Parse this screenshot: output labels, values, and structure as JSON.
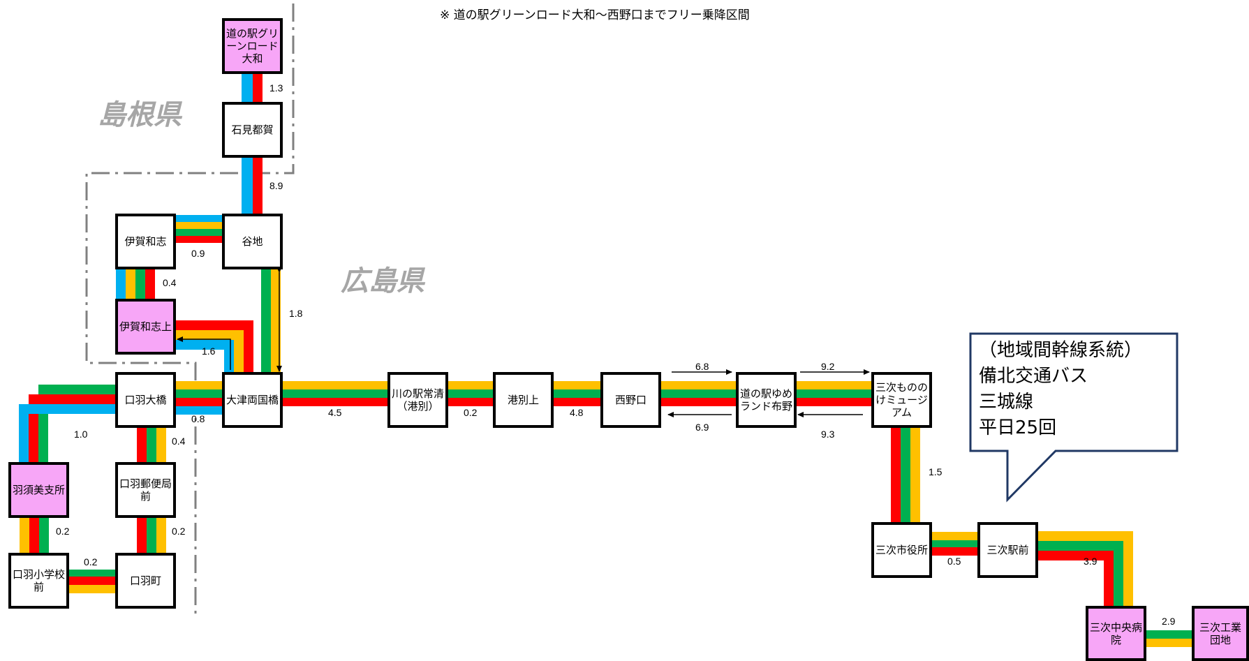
{
  "note": "※ 道の駅グリーンロード大和～西野口までフリー乗降区間",
  "prefectures": {
    "shimane": "島根県",
    "hiroshima": "広島県"
  },
  "callout": {
    "lines": [
      "（地域間幹線系統）",
      "備北交通バス",
      "三城線",
      "平日25回"
    ]
  },
  "colors": {
    "red": "#ff0000",
    "green": "#00b050",
    "yellow": "#ffc000",
    "blue": "#00b0f0",
    "stop_highlight": "#f7a6f7",
    "boundary": "#808080",
    "callout_border": "#203864"
  },
  "stops": {
    "michinoeki_green": "道の駅グリーンロード大和",
    "iwami_tsuga": "石見都賀",
    "tanichi": "谷地",
    "igawashi": "伊賀和志",
    "igawashi_kami": "伊賀和志上",
    "kuchiba_ohashi": "口羽大橋",
    "otsu_ryogokubashi": "大津両国橋",
    "hasu_bishi": "羽須美支所",
    "kuchiba_yubinkyoku": "口羽郵便局前",
    "kuchiba_shogakko": "口羽小学校前",
    "kuchiba_machi": "口羽町",
    "kawanoeki": "川の駅常清（港別）",
    "minatobetsu_kami": "港別上",
    "nishinoguchi": "西野口",
    "michinoeki_yume": "道の駅ゆめランド布野",
    "miyoshi_mononoke": "三次もののけミュージアム",
    "miyoshi_shiyakusho": "三次市役所",
    "miyoshi_ekimae": "三次駅前",
    "miyoshi_chuo": "三次中央病院",
    "miyoshi_kogyo": "三次工業団地"
  },
  "distances": {
    "d_green_iwami": "1.3",
    "d_iwami_tanichi": "8.9",
    "d_igawashi_tanichi": "0.9",
    "d_igawashi_kami": "0.4",
    "d_tanichi_otsu": "1.8",
    "d_kami_otsu": "1.6",
    "d_hasu_ohashi": "1.0",
    "d_ohashi_otsu": "0.8",
    "d_ohashi_yubin": "0.4",
    "d_hasu_shogakko": "0.2",
    "d_yubin_machi": "0.2",
    "d_shogakko_machi": "0.2",
    "d_otsu_kawa": "4.5",
    "d_kawa_minato": "0.2",
    "d_minato_nishino": "4.8",
    "d_nishino_yume_out": "6.8",
    "d_nishino_yume_in": "6.9",
    "d_yume_mononoke_out": "9.2",
    "d_yume_mononoke_in": "9.3",
    "d_mononoke_shiyakusho": "1.5",
    "d_shiyakusho_eki": "0.5",
    "d_eki_chuo": "3.9",
    "d_chuo_kogyo": "2.9"
  }
}
